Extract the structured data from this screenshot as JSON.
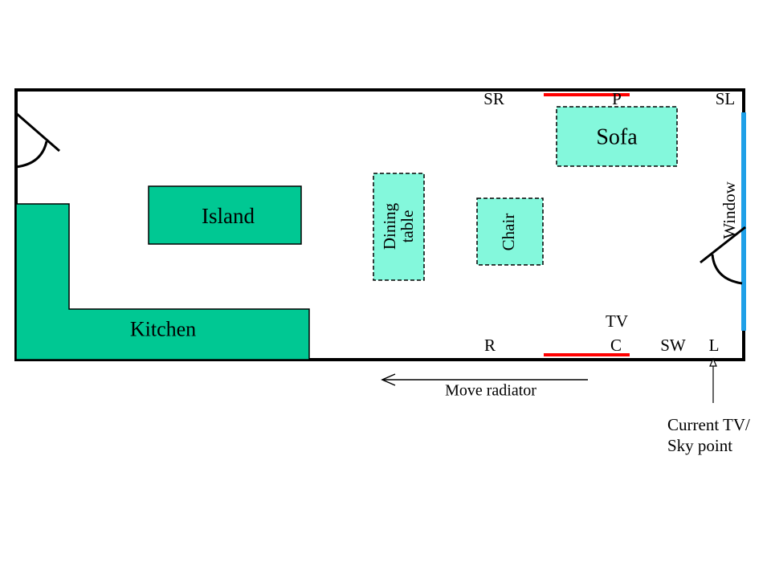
{
  "colors": {
    "wall": "#000000",
    "solid_fill": "#00C893",
    "light_fill": "#84F8DC",
    "window": "#1FA0E8",
    "radiator": "#FF0000"
  },
  "wall_points_top": {
    "sr": "SR",
    "p": "P",
    "sl": "SL"
  },
  "wall_points_bottom": {
    "r": "R",
    "c": "C",
    "sw": "SW",
    "l": "L",
    "tv": "TV"
  },
  "furniture": {
    "sofa": "Sofa",
    "island": "Island",
    "kitchen": "Kitchen",
    "chair": "Chair",
    "dining_line1": "Dining",
    "dining_line2": "table"
  },
  "window_label": "Window",
  "annotations": {
    "move_radiator": "Move radiator",
    "current_tv_line1": "Current TV/",
    "current_tv_line2": "Sky point"
  }
}
